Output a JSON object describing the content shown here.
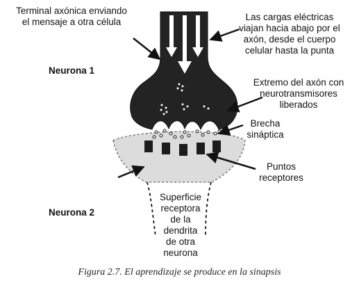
{
  "labels": {
    "terminal": [
      "Terminal axónica enviando",
      "el mensaje a otra célula"
    ],
    "cargas": [
      "Las cargas eléctricas",
      "viajan hacia abajo por el",
      "axón, desde el cuerpo",
      "celular hasta la punta"
    ],
    "neurona1": "Neurona 1",
    "extremo": [
      "Extremo del axón con",
      "neurotransmisores",
      "liberados"
    ],
    "brecha": [
      "Brecha",
      "sináptica"
    ],
    "puntos": [
      "Puntos",
      "receptores"
    ],
    "neurona2": "Neurona 2",
    "superficie": [
      "Superficie",
      "receptora",
      "de la",
      "dendrita",
      "de otra",
      "neurona"
    ]
  },
  "caption": "Figura 2.7. El aprendizaje se produce en la sinapsis",
  "colors": {
    "axon": "#232323",
    "dendrite": "#dcdcdc",
    "receptor": "#1c1c1c",
    "ink": "#111111"
  }
}
